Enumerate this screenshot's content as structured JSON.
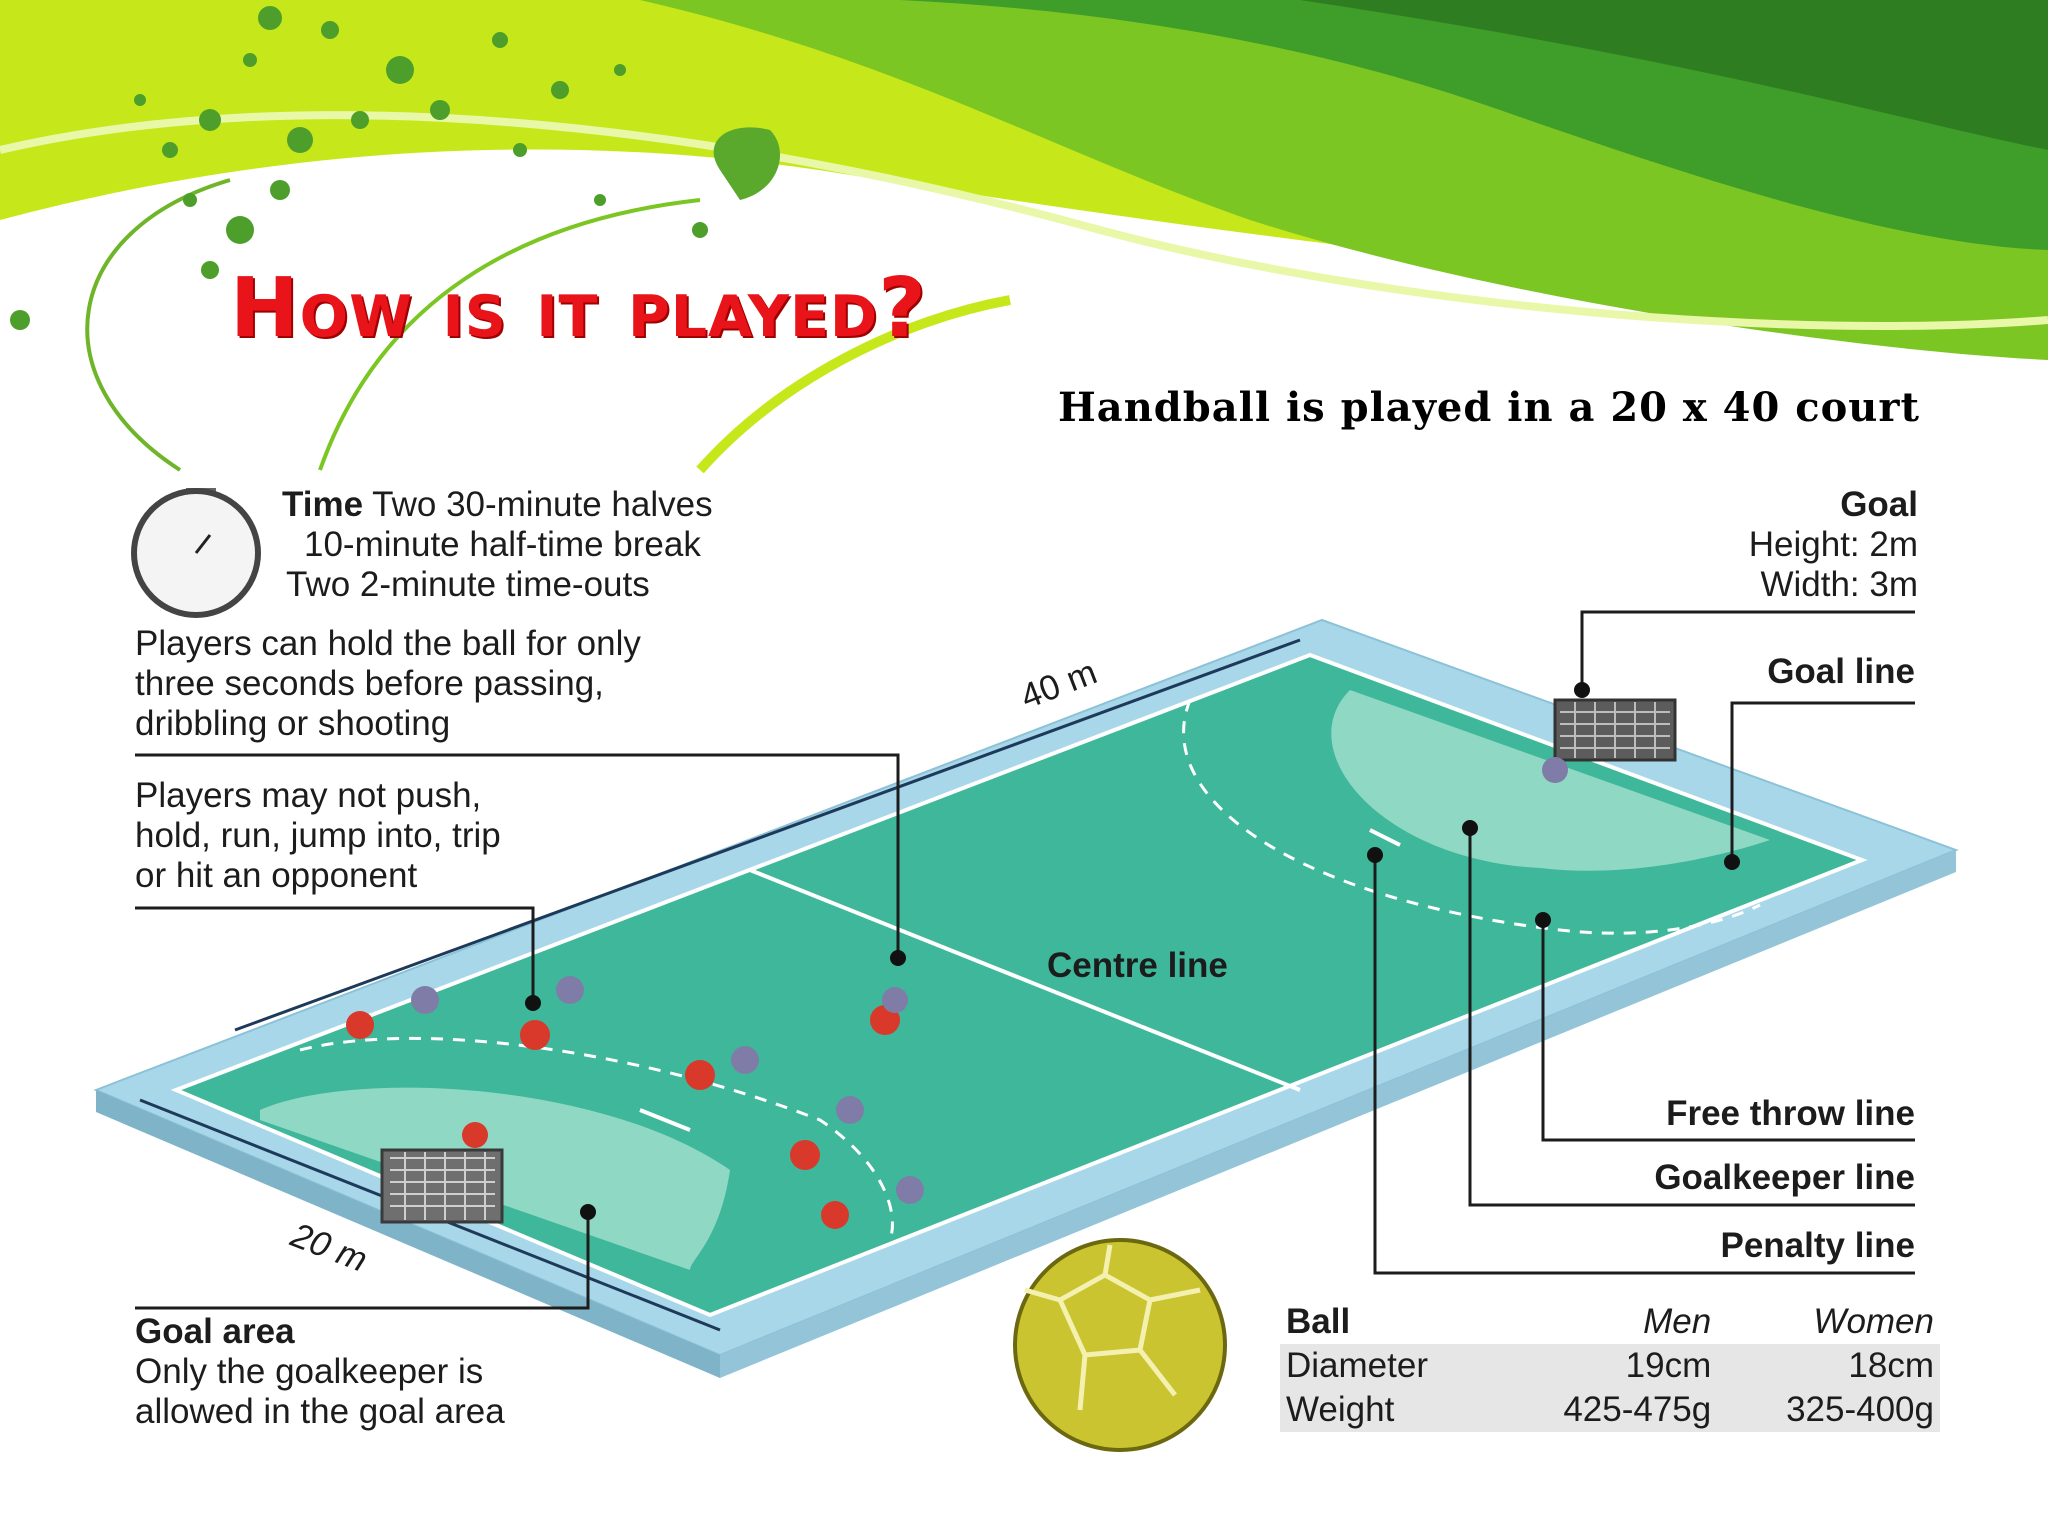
{
  "slide": {
    "title": "How is it played?",
    "subtitle": "Handball is played in a 20 x 40 court"
  },
  "time": {
    "heading": "Time",
    "lines": [
      "Two 30-minute halves",
      "10-minute half-time break",
      "Two 2-minute time-outs"
    ]
  },
  "notes": {
    "hold": [
      "Players can hold the ball for only",
      "three seconds before passing,",
      "dribbling or shooting"
    ],
    "contact": [
      "Players may not push,",
      "hold, run, jump into, trip",
      "or hit an opponent"
    ]
  },
  "goal": {
    "heading": "Goal",
    "height": "Height: 2m",
    "width": "Width: 3m"
  },
  "court_labels": {
    "goal_line": "Goal line",
    "centre_line": "Centre line",
    "free_throw_line": "Free throw line",
    "goalkeeper_line": "Goalkeeper line",
    "penalty_line": "Penalty line",
    "length": "40 m",
    "width": "20 m"
  },
  "goal_area": {
    "heading": "Goal area",
    "lines": [
      "Only the goalkeeper is",
      "allowed in the goal area"
    ]
  },
  "ball": {
    "headers": [
      "Ball",
      "Men",
      "Women"
    ],
    "rows": [
      [
        "Diameter",
        "19cm",
        "18cm"
      ],
      [
        "Weight",
        "425-475g",
        "325-400g"
      ]
    ]
  },
  "colors": {
    "court": "#3fb79a",
    "court_light": "#8fd8c4",
    "surround": "#a9d7ea",
    "title": "#e8141a",
    "banner_green": "#3f9d2a",
    "banner_lime": "#c6e81a"
  }
}
